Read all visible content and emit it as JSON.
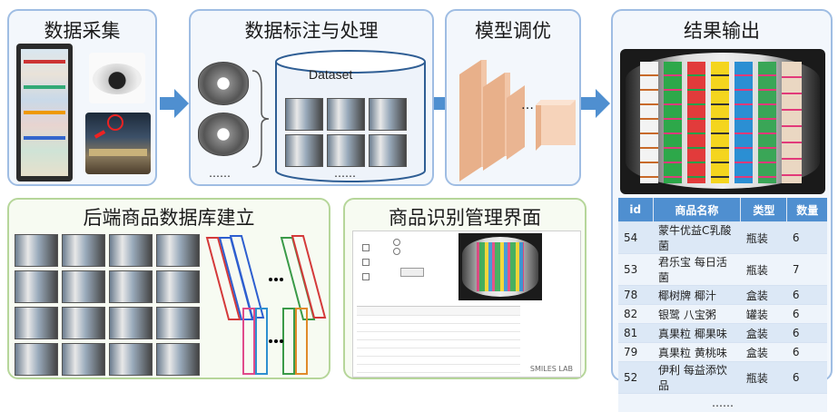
{
  "panels": {
    "collection": {
      "title": "数据采集"
    },
    "annotation": {
      "title": "数据标注与处理",
      "dataset_label": "Dataset",
      "ellipsis_left": "……",
      "ellipsis_right": "……"
    },
    "tuning": {
      "title": "模型调优",
      "ellipsis": "…"
    },
    "output": {
      "title": "结果输出",
      "more": "……"
    },
    "database": {
      "title": "后端商品数据库建立"
    },
    "interface": {
      "title": "商品识别管理界面",
      "watermark": "SMILES LAB"
    }
  },
  "result_table": {
    "headers": [
      "id",
      "商品名称",
      "类型",
      "数量"
    ],
    "rows": [
      [
        "54",
        "蒙牛优益C乳酸菌",
        "瓶装",
        "6"
      ],
      [
        "53",
        "君乐宝 每日活菌",
        "瓶装",
        "7"
      ],
      [
        "78",
        "椰树牌 椰汁",
        "盒装",
        "6"
      ],
      [
        "82",
        "银鹭 八宝粥",
        "罐装",
        "6"
      ],
      [
        "81",
        "真果粒 椰果味",
        "盒装",
        "6"
      ],
      [
        "79",
        "真果粒 黄桃味",
        "盒装",
        "6"
      ],
      [
        "52",
        "伊利 每益添饮品",
        "瓶装",
        "6"
      ]
    ]
  },
  "colors": {
    "panel_blue_border": "#9fbde3",
    "panel_green_border": "#b6d69a",
    "arrow": "#4f8fd0",
    "table_header": "#4f8fd0",
    "block": "#f2c6a8"
  }
}
